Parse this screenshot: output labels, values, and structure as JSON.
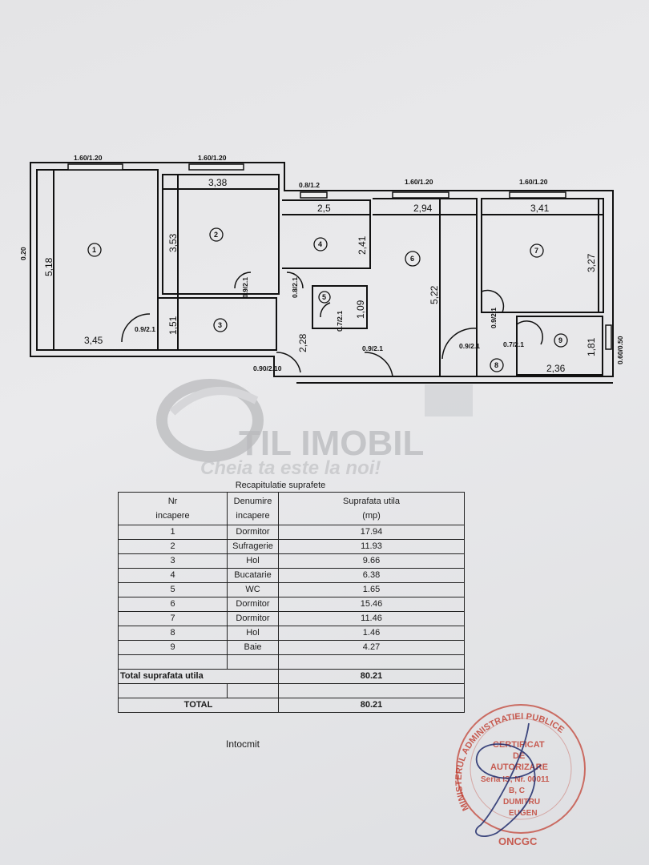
{
  "watermark": {
    "brand": "TIL IMOBIL",
    "slogan": "Cheia ta este la noi!"
  },
  "plan": {
    "windows": [
      "1.60/1.20",
      "1.60/1.20",
      "0.8/1.2",
      "1.60/1.20",
      "1.60/1.20",
      "0.60/0.50"
    ],
    "dimensions": [
      "5,18",
      "3,45",
      "3,38",
      "3,53",
      "1,51",
      "2,5",
      "2,41",
      "1,09",
      "2,28",
      "2,94",
      "5,22",
      "3,41",
      "3,27",
      "1,81",
      "2,36",
      "0.20"
    ],
    "doors": [
      "0.9/2.1",
      "0.9/2.1",
      "0.8/2.1",
      "0.7/2.1",
      "0.9/2.1",
      "0.90/2.10",
      "0.9/2.1",
      "0.9/2.1",
      "0.7/2.1"
    ],
    "rooms": [
      "1",
      "2",
      "3",
      "4",
      "5",
      "6",
      "7",
      "8",
      "9"
    ]
  },
  "table": {
    "title": "Recapitulatie suprafete",
    "headers": {
      "nr_1": "Nr",
      "nr_2": "incapere",
      "den_1": "Denumire",
      "den_2": "incapere",
      "sup_1": "Suprafata utila",
      "sup_2": "(mp)"
    },
    "rows": [
      {
        "nr": "1",
        "name": "Dormitor",
        "area": "17.94"
      },
      {
        "nr": "2",
        "name": "Sufragerie",
        "area": "11.93"
      },
      {
        "nr": "3",
        "name": "Hol",
        "area": "9.66"
      },
      {
        "nr": "4",
        "name": "Bucatarie",
        "area": "6.38"
      },
      {
        "nr": "5",
        "name": "WC",
        "area": "1.65"
      },
      {
        "nr": "6",
        "name": "Dormitor",
        "area": "15.46"
      },
      {
        "nr": "7",
        "name": "Dormitor",
        "area": "11.46"
      },
      {
        "nr": "8",
        "name": "Hol",
        "area": "1.46"
      },
      {
        "nr": "9",
        "name": "Baie",
        "area": "4.27"
      }
    ],
    "total_util_label": "Total suprafata utila",
    "total_util_value": "80.21",
    "total_label": "TOTAL",
    "total_value": "80.21"
  },
  "footer": {
    "prepared_by": "Intocmit"
  },
  "stamp": {
    "ring": "MINISTERUL ADMINISTRATIEI PUBLICE",
    "bottom": "ONCGC",
    "lines": [
      "CERTIFICAT",
      "DE",
      "AUTORIZARE",
      "Seria IS, Nr. 00011",
      "B, C",
      "DUMITRU",
      "EUGEN"
    ],
    "color": "#c0392b"
  }
}
